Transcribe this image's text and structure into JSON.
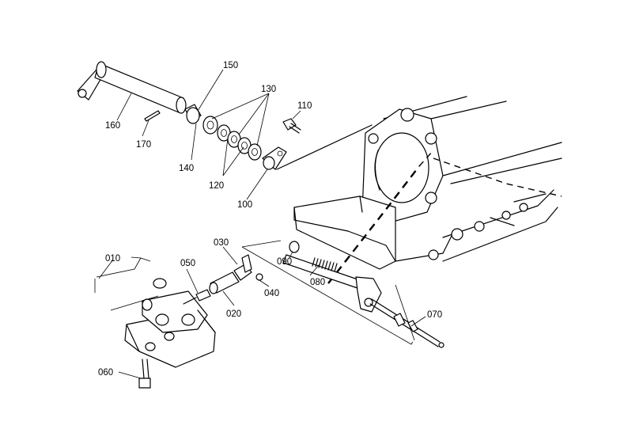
{
  "parts": [
    {
      "id": "p010",
      "number": "010"
    },
    {
      "id": "p020",
      "number": "020"
    },
    {
      "id": "p030",
      "number": "030"
    },
    {
      "id": "p040",
      "number": "040"
    },
    {
      "id": "p050",
      "number": "050"
    },
    {
      "id": "p060",
      "number": "060"
    },
    {
      "id": "p070",
      "number": "070"
    },
    {
      "id": "p080",
      "number": "080"
    },
    {
      "id": "p090",
      "number": "090"
    },
    {
      "id": "p100",
      "number": "100"
    },
    {
      "id": "p110",
      "number": "110"
    },
    {
      "id": "p120",
      "number": "120"
    },
    {
      "id": "p130",
      "number": "130"
    },
    {
      "id": "p140",
      "number": "140"
    },
    {
      "id": "p150",
      "number": "150"
    },
    {
      "id": "p160",
      "number": "160"
    },
    {
      "id": "p170",
      "number": "170"
    }
  ]
}
